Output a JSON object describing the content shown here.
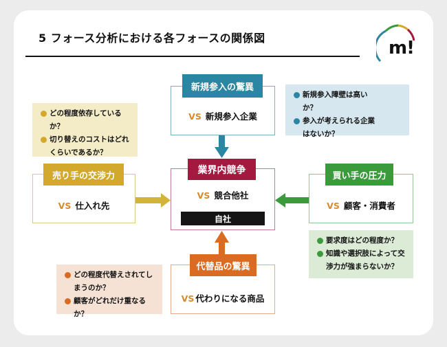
{
  "title": "5 フォース分析における各フォースの関係図",
  "logo_text": "m!",
  "colors": {
    "teal": "#2a86a2",
    "crimson": "#a3193f",
    "mustard": "#d2a92c",
    "green": "#3b9a3b",
    "orange": "#d96b23"
  },
  "forces": {
    "new_entrants": {
      "label": "新規参入の驚異",
      "vs": "VS",
      "target": "新規参入企業"
    },
    "rivalry": {
      "label": "業界内競争",
      "vs": "VS",
      "target": "競合他社",
      "self": "自社"
    },
    "suppliers": {
      "label": "売り手の交渉力",
      "vs": "VS",
      "target": "仕入れ先"
    },
    "buyers": {
      "label": "買い手の圧力",
      "vs": "VS",
      "target": "顧客・消費者"
    },
    "substitutes": {
      "label": "代替品の驚異",
      "vs": "VS",
      "target": "代わりになる商品"
    }
  },
  "notes": {
    "suppliers": [
      "どの程度依存しているか？",
      "切り替えのコストはどれくらいであるか？"
    ],
    "new_entrants": [
      "新規参入障壁は高いか？",
      "参入が考えられる企業はないか？"
    ],
    "buyers": [
      "要求度はどの程度か？",
      "知識や選択肢によって交渉力が強まらないか？"
    ],
    "substitutes": [
      "どの程度代替えされてしまうのか？",
      "顧客がどれだけ重なるか？"
    ]
  }
}
